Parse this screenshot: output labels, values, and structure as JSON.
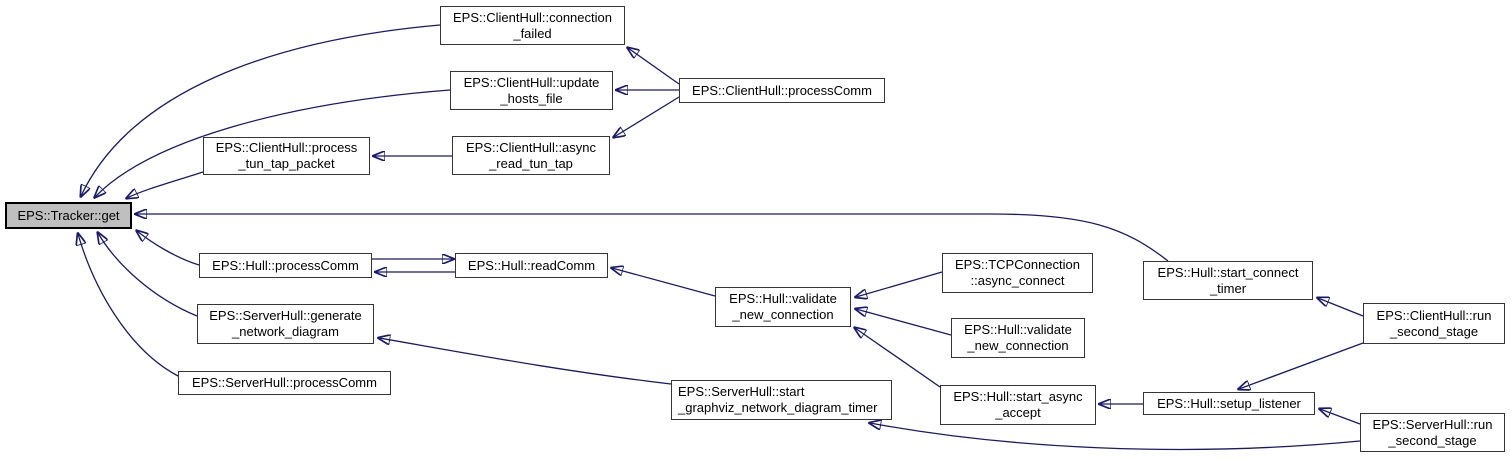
{
  "diagram": {
    "type": "call-graph",
    "title": "Caller graph for EPS::Tracker::get",
    "colors": {
      "edge": "#191970",
      "node_border": "#353535",
      "node_fill": "#ffffff",
      "root_fill": "#bfbfbf",
      "background": "#ffffff",
      "text": "#000000"
    },
    "root_node": "tracker_get",
    "nodes": {
      "tracker_get": {
        "label": "EPS::Tracker::get",
        "lines": [
          "EPS::Tracker::get"
        ],
        "highlighted": true
      },
      "connection_failed": {
        "label": "EPS::ClientHull::connection_failed",
        "lines": [
          "EPS::ClientHull::connection",
          "_failed"
        ]
      },
      "update_hosts_file": {
        "label": "EPS::ClientHull::update_hosts_file",
        "lines": [
          "EPS::ClientHull::update",
          "_hosts_file"
        ]
      },
      "async_read_tun_tap": {
        "label": "EPS::ClientHull::async_read_tun_tap",
        "lines": [
          "EPS::ClientHull::async",
          "_read_tun_tap"
        ]
      },
      "process_tun_tap_packet": {
        "label": "EPS::ClientHull::process_tun_tap_packet",
        "lines": [
          "EPS::ClientHull::process",
          "_tun_tap_packet"
        ]
      },
      "clienthull_processcomm": {
        "label": "EPS::ClientHull::processComm",
        "lines": [
          "EPS::ClientHull::processComm"
        ]
      },
      "hull_processcomm": {
        "label": "EPS::Hull::processComm",
        "lines": [
          "EPS::Hull::processComm"
        ]
      },
      "hull_readcomm": {
        "label": "EPS::Hull::readComm",
        "lines": [
          "EPS::Hull::readComm"
        ]
      },
      "generate_network_diagram": {
        "label": "EPS::ServerHull::generate_network_diagram",
        "lines": [
          "EPS::ServerHull::generate",
          "_network_diagram"
        ]
      },
      "serverhull_processcomm": {
        "label": "EPS::ServerHull::processComm",
        "lines": [
          "EPS::ServerHull::processComm"
        ]
      },
      "validate_new_connection": {
        "label": "EPS::Hull::validate_new_connection",
        "lines": [
          "EPS::Hull::validate",
          "_new_connection"
        ]
      },
      "start_graphviz_timer": {
        "label": "EPS::ServerHull::start_graphviz_network_diagram_timer",
        "lines": [
          "EPS::ServerHull::start",
          "_graphviz_network_diagram_timer"
        ]
      },
      "tcp_async_connect": {
        "label": "EPS::TCPConnection::async_connect",
        "lines": [
          "EPS::TCPConnection",
          "::async_connect"
        ]
      },
      "validate_new_connection_2": {
        "label": "EPS::Hull::validate_new_connection",
        "lines": [
          "EPS::Hull::validate",
          "_new_connection"
        ]
      },
      "start_async_accept": {
        "label": "EPS::Hull::start_async_accept",
        "lines": [
          "EPS::Hull::start_async",
          "_accept"
        ]
      },
      "start_connect_timer": {
        "label": "EPS::Hull::start_connect_timer",
        "lines": [
          "EPS::Hull::start_connect",
          "_timer"
        ]
      },
      "setup_listener": {
        "label": "EPS::Hull::setup_listener",
        "lines": [
          "EPS::Hull::setup_listener"
        ]
      },
      "clienthull_run_second_stage": {
        "label": "EPS::ClientHull::run_second_stage",
        "lines": [
          "EPS::ClientHull::run",
          "_second_stage"
        ]
      },
      "serverhull_run_second_stage": {
        "label": "EPS::ServerHull::run_second_stage",
        "lines": [
          "EPS::ServerHull::run",
          "_second_stage"
        ]
      }
    },
    "edges": [
      {
        "from": "connection_failed",
        "to": "tracker_get"
      },
      {
        "from": "update_hosts_file",
        "to": "tracker_get"
      },
      {
        "from": "process_tun_tap_packet",
        "to": "tracker_get"
      },
      {
        "from": "async_read_tun_tap",
        "to": "process_tun_tap_packet"
      },
      {
        "from": "clienthull_processcomm",
        "to": "connection_failed"
      },
      {
        "from": "clienthull_processcomm",
        "to": "update_hosts_file"
      },
      {
        "from": "clienthull_processcomm",
        "to": "async_read_tun_tap"
      },
      {
        "from": "start_connect_timer",
        "to": "tracker_get"
      },
      {
        "from": "hull_processcomm",
        "to": "tracker_get"
      },
      {
        "from": "hull_processcomm",
        "to": "hull_readcomm"
      },
      {
        "from": "hull_readcomm",
        "to": "hull_processcomm"
      },
      {
        "from": "validate_new_connection",
        "to": "hull_readcomm"
      },
      {
        "from": "tcp_async_connect",
        "to": "validate_new_connection"
      },
      {
        "from": "validate_new_connection_2",
        "to": "validate_new_connection"
      },
      {
        "from": "start_async_accept",
        "to": "validate_new_connection"
      },
      {
        "from": "generate_network_diagram",
        "to": "tracker_get"
      },
      {
        "from": "serverhull_processcomm",
        "to": "tracker_get"
      },
      {
        "from": "start_graphviz_timer",
        "to": "generate_network_diagram"
      },
      {
        "from": "setup_listener",
        "to": "start_async_accept"
      },
      {
        "from": "clienthull_run_second_stage",
        "to": "start_connect_timer"
      },
      {
        "from": "clienthull_run_second_stage",
        "to": "setup_listener"
      },
      {
        "from": "serverhull_run_second_stage",
        "to": "setup_listener"
      },
      {
        "from": "serverhull_run_second_stage",
        "to": "start_graphviz_timer"
      }
    ]
  }
}
